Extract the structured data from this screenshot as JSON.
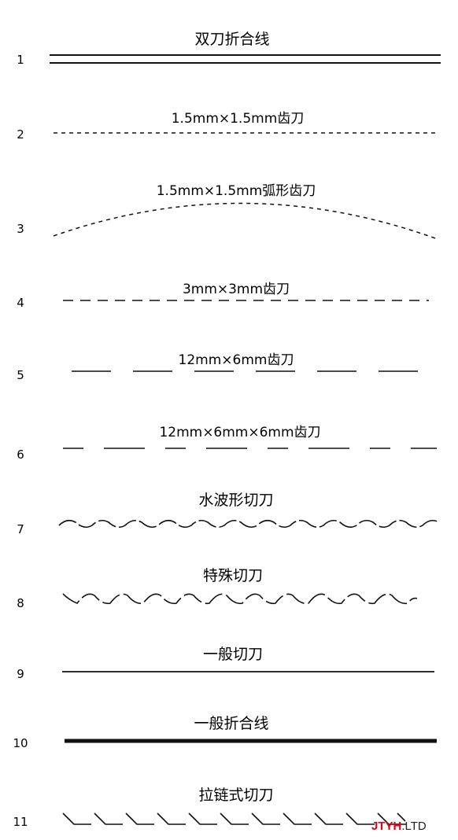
{
  "title": "",
  "rows": [
    {
      "number": "1",
      "label": "双刀折合线",
      "line_style": "double"
    },
    {
      "number": "2",
      "label": "1.5mm×1.5mm齿刀",
      "line_style": "fine-dash"
    },
    {
      "number": "3",
      "label": "1.5mm×1.5mm弧形齿刀",
      "line_style": "arc-dash"
    },
    {
      "number": "4",
      "label": "3mm×3mm齿刀",
      "line_style": "medium-dash"
    },
    {
      "number": "5",
      "label": "12mm×6mm齿刀",
      "line_style": "long-dash"
    },
    {
      "number": "6",
      "label": "12mm×6mm×6mm齿刀",
      "line_style": "mixed-dash"
    },
    {
      "number": "7",
      "label": "水波形切刀",
      "line_style": "wave"
    },
    {
      "number": "8",
      "label": "特殊切刀",
      "line_style": "zigzag-wave"
    },
    {
      "number": "9",
      "label": "一般切刀",
      "line_style": "solid-thin"
    },
    {
      "number": "10",
      "label": "一般折合线",
      "line_style": "solid-thick"
    },
    {
      "number": "11",
      "label": "拉链式切刀",
      "line_style": "zipper"
    }
  ],
  "watermark": {
    "part_a": "JTYH",
    "part_b": ".LTD",
    "color_a": "#e60012"
  }
}
